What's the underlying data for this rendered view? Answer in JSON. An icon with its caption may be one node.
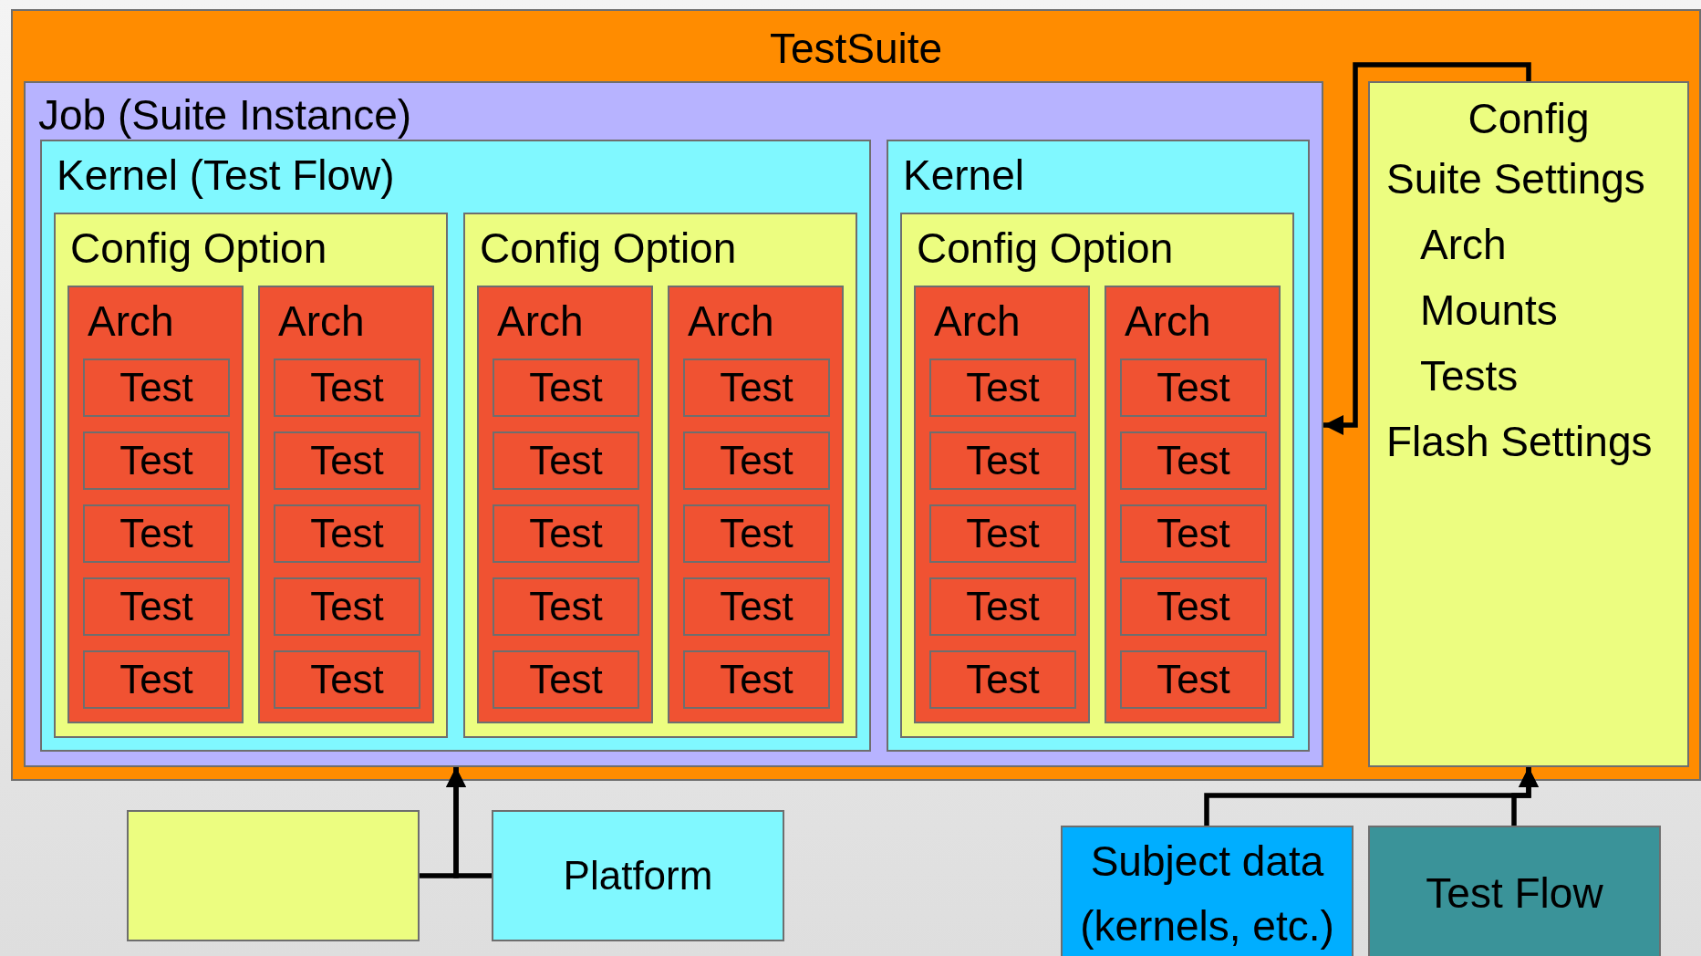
{
  "diagram": {
    "nodes": [
      {
        "text": [
          "TestSuite"
        ]
      },
      {
        "text": [
          "Job (Suite Instance)"
        ],
        "in": 0
      },
      {
        "text": [
          "Kernel (Test Flow)"
        ],
        "in": 1
      },
      {
        "text": [
          "Config Option"
        ],
        "in": 2
      },
      {
        "text": [
          "Arch"
        ],
        "in": 3
      },
      {
        "text": [
          "Test"
        ],
        "in": 4
      },
      {
        "text": [
          "Test"
        ],
        "in": 4
      },
      {
        "text": [
          "Test"
        ],
        "in": 4
      },
      {
        "text": [
          "Test"
        ],
        "in": 4
      },
      {
        "text": [
          "Test"
        ],
        "in": 4
      },
      {
        "text": [
          "Arch"
        ],
        "in": 3
      },
      {
        "text": [
          "Test"
        ],
        "in": 10
      },
      {
        "text": [
          "Test"
        ],
        "in": 10
      },
      {
        "text": [
          "Test"
        ],
        "in": 10
      },
      {
        "text": [
          "Test"
        ],
        "in": 10
      },
      {
        "text": [
          "Test"
        ],
        "in": 10
      },
      {
        "text": [
          "Config Option"
        ],
        "in": 2
      },
      {
        "text": [
          "Arch"
        ],
        "in": 16
      },
      {
        "text": [
          "Test"
        ],
        "in": 17
      },
      {
        "text": [
          "Test"
        ],
        "in": 17
      },
      {
        "text": [
          "Test"
        ],
        "in": 17
      },
      {
        "text": [
          "Test"
        ],
        "in": 17
      },
      {
        "text": [
          "Test"
        ],
        "in": 17
      },
      {
        "text": [
          "Arch"
        ],
        "in": 16
      },
      {
        "text": [
          "Test"
        ],
        "in": 23
      },
      {
        "text": [
          "Test"
        ],
        "in": 23
      },
      {
        "text": [
          "Test"
        ],
        "in": 23
      },
      {
        "text": [
          "Test"
        ],
        "in": 23
      },
      {
        "text": [
          "Test"
        ],
        "in": 23
      },
      {
        "text": [
          "Kernel"
        ],
        "in": 1
      },
      {
        "text": [
          "Config Option"
        ],
        "in": 29
      },
      {
        "text": [
          "Arch"
        ],
        "in": 30
      },
      {
        "text": [
          "Test"
        ],
        "in": 31
      },
      {
        "text": [
          "Test"
        ],
        "in": 31
      },
      {
        "text": [
          "Test"
        ],
        "in": 31
      },
      {
        "text": [
          "Test"
        ],
        "in": 31
      },
      {
        "text": [
          "Test"
        ],
        "in": 31
      },
      {
        "text": [
          "Arch"
        ],
        "in": 30
      },
      {
        "text": [
          "Test"
        ],
        "in": 37
      },
      {
        "text": [
          "Test"
        ],
        "in": 37
      },
      {
        "text": [
          "Test"
        ],
        "in": 37
      },
      {
        "text": [
          "Test"
        ],
        "in": 37
      },
      {
        "text": [
          "Test"
        ],
        "in": 37
      },
      {
        "text": [
          "Config",
          "Suite Settings",
          "Arch",
          "Mounts",
          "Tests",
          "Flash Settings"
        ],
        "in": 0
      },
      {
        "text": [],
        "shape": "box"
      },
      {
        "text": [
          "Platform"
        ]
      },
      {
        "text": [
          "Subject data (kernels, etc.)"
        ]
      },
      {
        "text": [
          "Test Flow"
        ]
      }
    ],
    "edges": [
      {
        "from": 44,
        "to": 1,
        "arrow": "to"
      },
      {
        "from": 45,
        "to": 1,
        "arrow": "to"
      },
      {
        "from": 46,
        "to": 43,
        "arrow": "to"
      },
      {
        "from": 47,
        "to": 43,
        "arrow": "to"
      },
      {
        "from": 43,
        "to": 1,
        "arrow": "to"
      }
    ]
  }
}
